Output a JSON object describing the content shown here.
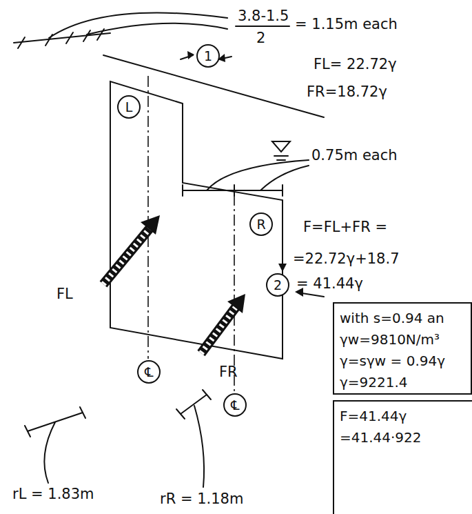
{
  "diagram": {
    "nodes": [
      {
        "text": [
          "1"
        ]
      },
      {
        "text": [
          "L"
        ]
      },
      {
        "text": [
          "R"
        ]
      },
      {
        "text": [
          "2"
        ]
      },
      {
        "text": [
          "with s=0.94 an",
          "γw=9810N/m³",
          "γ=sγw = 0.94γ",
          "γ=9221.4"
        ]
      },
      {
        "text": [
          "F=41.44γ",
          "=41.44·922"
        ]
      },
      {
        "text": [
          "℄"
        ]
      },
      {
        "text": [
          "℄"
        ]
      }
    ],
    "labels": [
      "3.8-1.5",
      "2",
      "= 1.15m each",
      "FL= 22.72γ",
      "FR=18.72γ",
      "0.75m each",
      "F=FL+FR =",
      "=22.72γ+18.7",
      "= 41.44γ",
      "FL",
      "FR",
      "rL = 1.83m",
      "rR = 1.18m"
    ]
  }
}
